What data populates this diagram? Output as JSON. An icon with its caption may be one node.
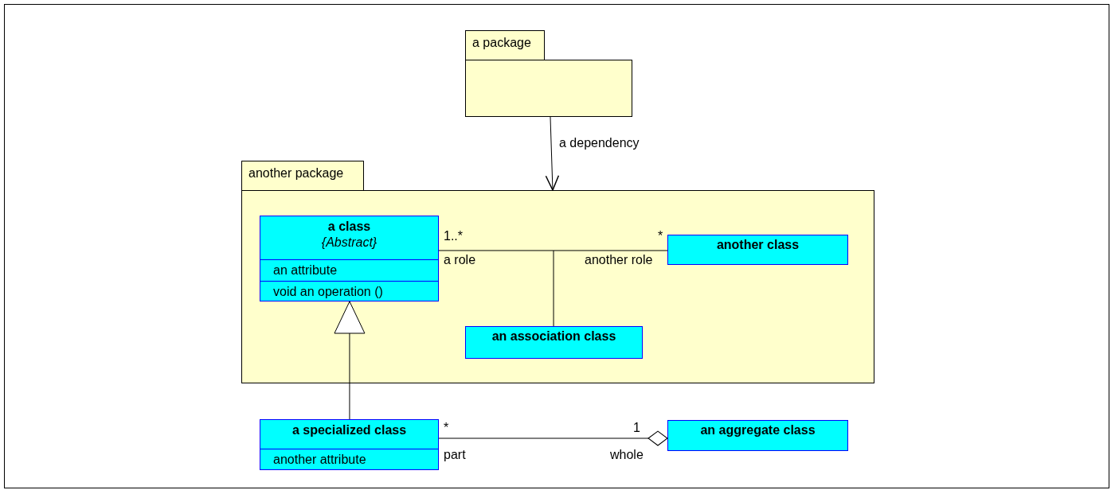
{
  "diagram": {
    "nodes": [
      {
        "text": [
          "a package"
        ]
      },
      {
        "text": [
          "another package"
        ]
      },
      {
        "text": [
          "a class",
          "{Abstract}",
          "an attribute",
          "void an operation ()"
        ],
        "in": 1
      },
      {
        "text": [
          "another class"
        ],
        "in": 1
      },
      {
        "text": [
          "an association class"
        ],
        "in": 1
      },
      {
        "text": [
          "a specialized class",
          "another attribute"
        ]
      },
      {
        "text": [
          "an aggregate class"
        ]
      }
    ],
    "edges": [
      {
        "from": 0,
        "to": 1,
        "arrow": "to",
        "label": "a dependency"
      },
      {
        "from": 2,
        "to": 3,
        "arrow": "none"
      },
      {
        "from": 4,
        "to": null,
        "arrow": "none"
      },
      {
        "from": 5,
        "to": 2,
        "arrow": "to"
      },
      {
        "from": 5,
        "to": 6,
        "arrow": "other"
      }
    ],
    "labels": [
      "1..*",
      "*",
      "a role",
      "another role",
      "*",
      "1",
      "part",
      "whole"
    ]
  }
}
